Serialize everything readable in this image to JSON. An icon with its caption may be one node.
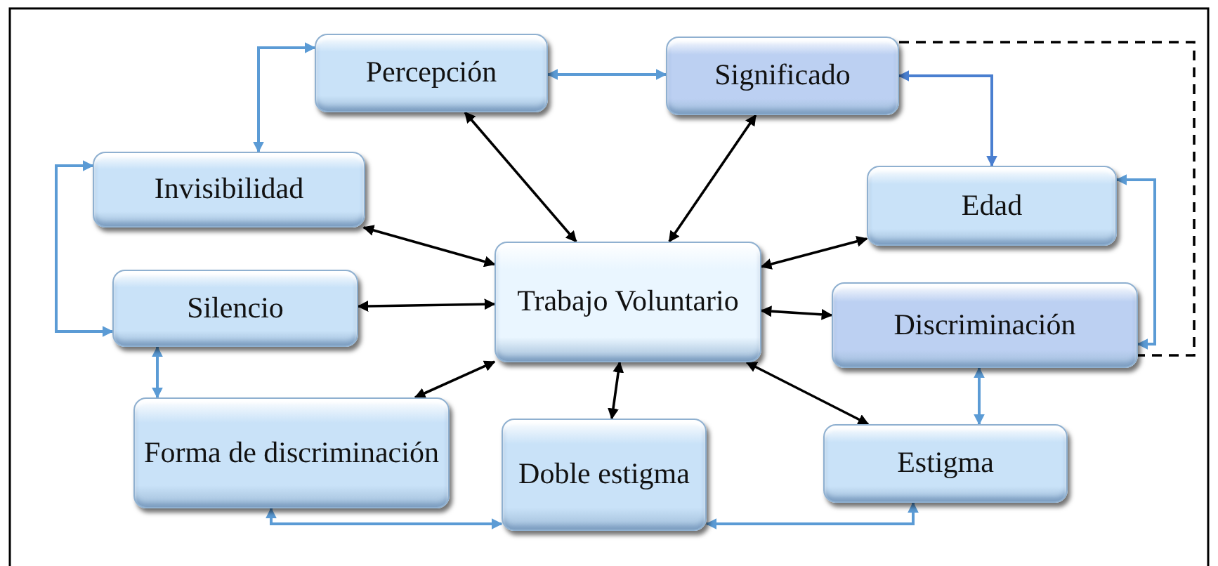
{
  "diagram": {
    "nodes": [
      {
        "text": [
          "Percepción"
        ]
      },
      {
        "text": [
          "Significado"
        ]
      },
      {
        "text": [
          "Invisibilidad"
        ]
      },
      {
        "text": [
          "Edad"
        ]
      },
      {
        "text": [
          "Silencio"
        ]
      },
      {
        "text": [
          "Trabajo Voluntario"
        ]
      },
      {
        "text": [
          "Discriminación"
        ]
      },
      {
        "text": [
          "Forma de discriminación"
        ]
      },
      {
        "text": [
          "Doble estigma"
        ]
      },
      {
        "text": [
          "Estigma"
        ]
      }
    ],
    "edges": [
      {
        "from": 5,
        "to": 0,
        "arrow": "both"
      },
      {
        "from": 5,
        "to": 1,
        "arrow": "both"
      },
      {
        "from": 5,
        "to": 2,
        "arrow": "both"
      },
      {
        "from": 5,
        "to": 3,
        "arrow": "both"
      },
      {
        "from": 5,
        "to": 4,
        "arrow": "both"
      },
      {
        "from": 5,
        "to": 6,
        "arrow": "both"
      },
      {
        "from": 5,
        "to": 7,
        "arrow": "both"
      },
      {
        "from": 5,
        "to": 8,
        "arrow": "both"
      },
      {
        "from": 5,
        "to": 9,
        "arrow": "both"
      },
      {
        "from": 0,
        "to": 1,
        "arrow": "both",
        "color": "#5b9bd5"
      },
      {
        "from": 2,
        "to": 0,
        "arrow": "both",
        "color": "#5b9bd5"
      },
      {
        "from": 1,
        "to": 3,
        "arrow": "both",
        "color": "#4a7fd0"
      },
      {
        "from": 3,
        "to": 6,
        "arrow": "both",
        "color": "#5b9bd5"
      },
      {
        "from": 2,
        "to": 4,
        "arrow": "both",
        "color": "#5b9bd5"
      },
      {
        "from": 4,
        "to": 7,
        "arrow": "both",
        "color": "#5b9bd5"
      },
      {
        "from": 6,
        "to": 9,
        "arrow": "both",
        "color": "#5b9bd5"
      },
      {
        "from": 7,
        "to": 8,
        "arrow": "both",
        "color": "#5b9bd5"
      },
      {
        "from": 8,
        "to": 9,
        "arrow": "both",
        "color": "#5b9bd5"
      },
      {
        "from": 1,
        "to": 6,
        "arrow": "none",
        "style": "dashed"
      }
    ]
  }
}
